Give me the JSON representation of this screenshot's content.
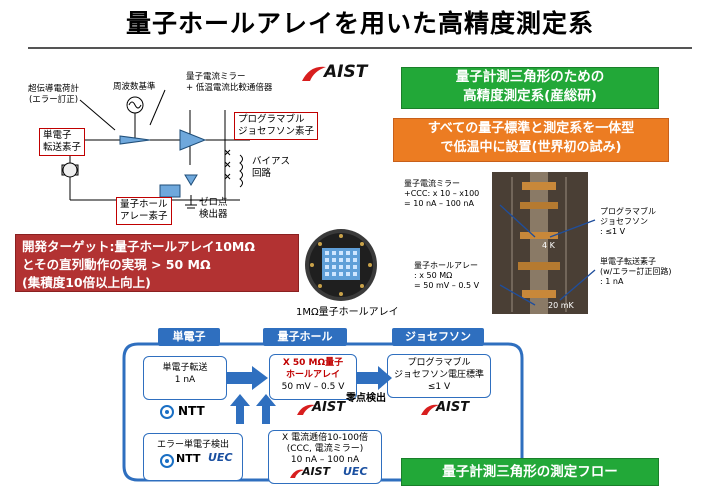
{
  "title": "量子ホールアレイを用いた高精度測定系",
  "circuit": {
    "superconductor_label": "超伝導電荷計\n(エラー訂正)",
    "frequency_label": "周波数基準",
    "current_mirror_label": "量子電流ミラー\n+ 低温電流比較通倍器",
    "single_electron_label": "単電子\n転送素子",
    "programmable_label": "プログラマブル\nジョセフソン素子",
    "bias_label": "バイアス\n回路",
    "qh_array_label": "量子ホール\nアレー素子",
    "zero_detector_label": "ゼロ点\n検出器"
  },
  "logos": {
    "aist": "AIST",
    "ntt": "NTT",
    "uec": "UEC"
  },
  "green_box_top": "量子計測三角形のための\n高精度測定系(産総研)",
  "orange_box": "すべての量子標準と測定系を一体型\nで低温中に設置(世界初の試み)",
  "target_box": "開発ターゲット:量子ホールアレイ10MΩ\nとその直列動作の実現 > 50 MΩ\n(集積度10倍以上向上)",
  "chip_caption": "1MΩ量子ホールアレイ",
  "photo": {
    "label_mirror": "量子電流ミラー\n+CCC: x 10 – x100\n= 10 nA – 100 nA",
    "label_josephson": "プログラマブル\nジョセフソン\n: ≤1 V",
    "label_qh": "量子ホールアレー\n: x 50 MΩ\n= 50 mV – 0.5 V",
    "label_single": "単電子転送素子\n(w/エラー訂正回路)\n: 1 nA",
    "temp_4k": "4 K",
    "temp_20mk": "20 mK"
  },
  "flow": {
    "tab_single": "単電子",
    "tab_qh": "量子ホール",
    "tab_josephson": "ジョセフソン",
    "box_single_title": "単電子転送",
    "box_single_value": "1 nA",
    "box_qh_title": "X 50 MΩ量子\nホールアレイ",
    "box_qh_value": "50 mV – 0.5 V",
    "box_jos_title": "プログラマブル\nジョセフソン電圧標準",
    "box_jos_value": "≤1 V",
    "zero_detect": "零点検出",
    "error_detect": "エラー単電子検出",
    "current_gain": "X  電流逓倍10-100倍\n(CCC, 電流ミラー)\n10 nA – 100 nA"
  },
  "bottom_banner": "量子計測三角形の測定フロー",
  "colors": {
    "red": "#c00000",
    "green": "#22a838",
    "orange": "#ec7c22",
    "dark_red": "#b23232",
    "blue": "#2f6fbf"
  }
}
